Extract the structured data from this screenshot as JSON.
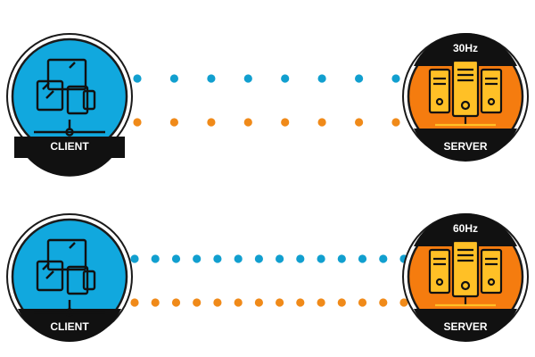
{
  "colors": {
    "client_fill": "#11a8de",
    "server_fill": "#f57c0f",
    "blue_dot": "#119fcf",
    "orange_dot": "#f08a19",
    "outline": "#1a1a1a",
    "label_text": "#ffffff",
    "icon_stroke": "#111111",
    "server_body": "#ffc026"
  },
  "rows": [
    {
      "client_label": "CLIENT",
      "server_label": "SERVER",
      "rate_label": "30Hz",
      "blue_dot_count": 8,
      "orange_dot_count": 8
    },
    {
      "client_label": "CLIENT",
      "server_label": "SERVER",
      "rate_label": "60Hz",
      "blue_dot_count": 14,
      "orange_dot_count": 14
    }
  ]
}
